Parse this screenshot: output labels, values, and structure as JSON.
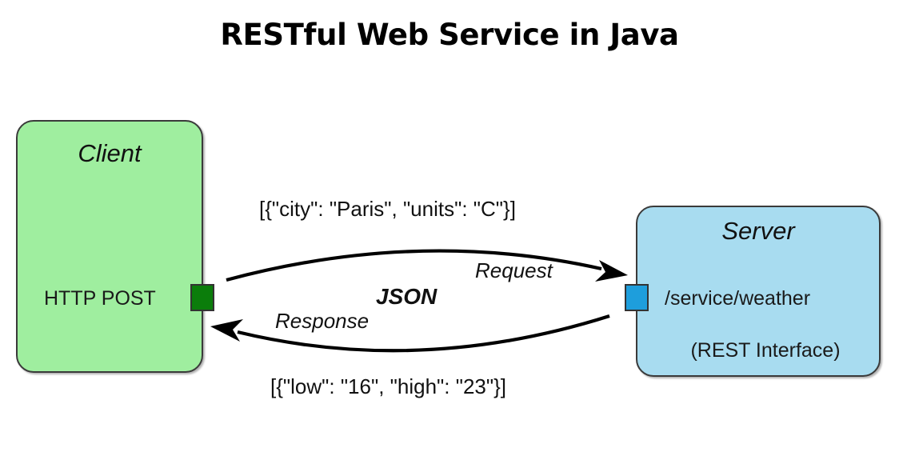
{
  "diagram": {
    "title": "RESTful Web Service in Java",
    "protocol_label": "JSON",
    "client": {
      "title": "Client",
      "method": "HTTP POST",
      "port_icon": "green-port-square",
      "fill_color": "#9FEE9F",
      "port_color": "#0B7D0B"
    },
    "server": {
      "title": "Server",
      "path": "/service/weather",
      "interface": "(REST Interface)",
      "port_icon": "blue-port-square",
      "fill_color": "#A8DCF0",
      "port_color": "#1E9EDC"
    },
    "edges": {
      "request": {
        "label": "Request",
        "payload": "[{\"city\": \"Paris\", \"units\": \"C\"}]",
        "direction": "client-to-server"
      },
      "response": {
        "label": "Response",
        "payload": "[{\"low\": \"16\", \"high\": \"23\"}]",
        "direction": "server-to-client"
      }
    }
  }
}
